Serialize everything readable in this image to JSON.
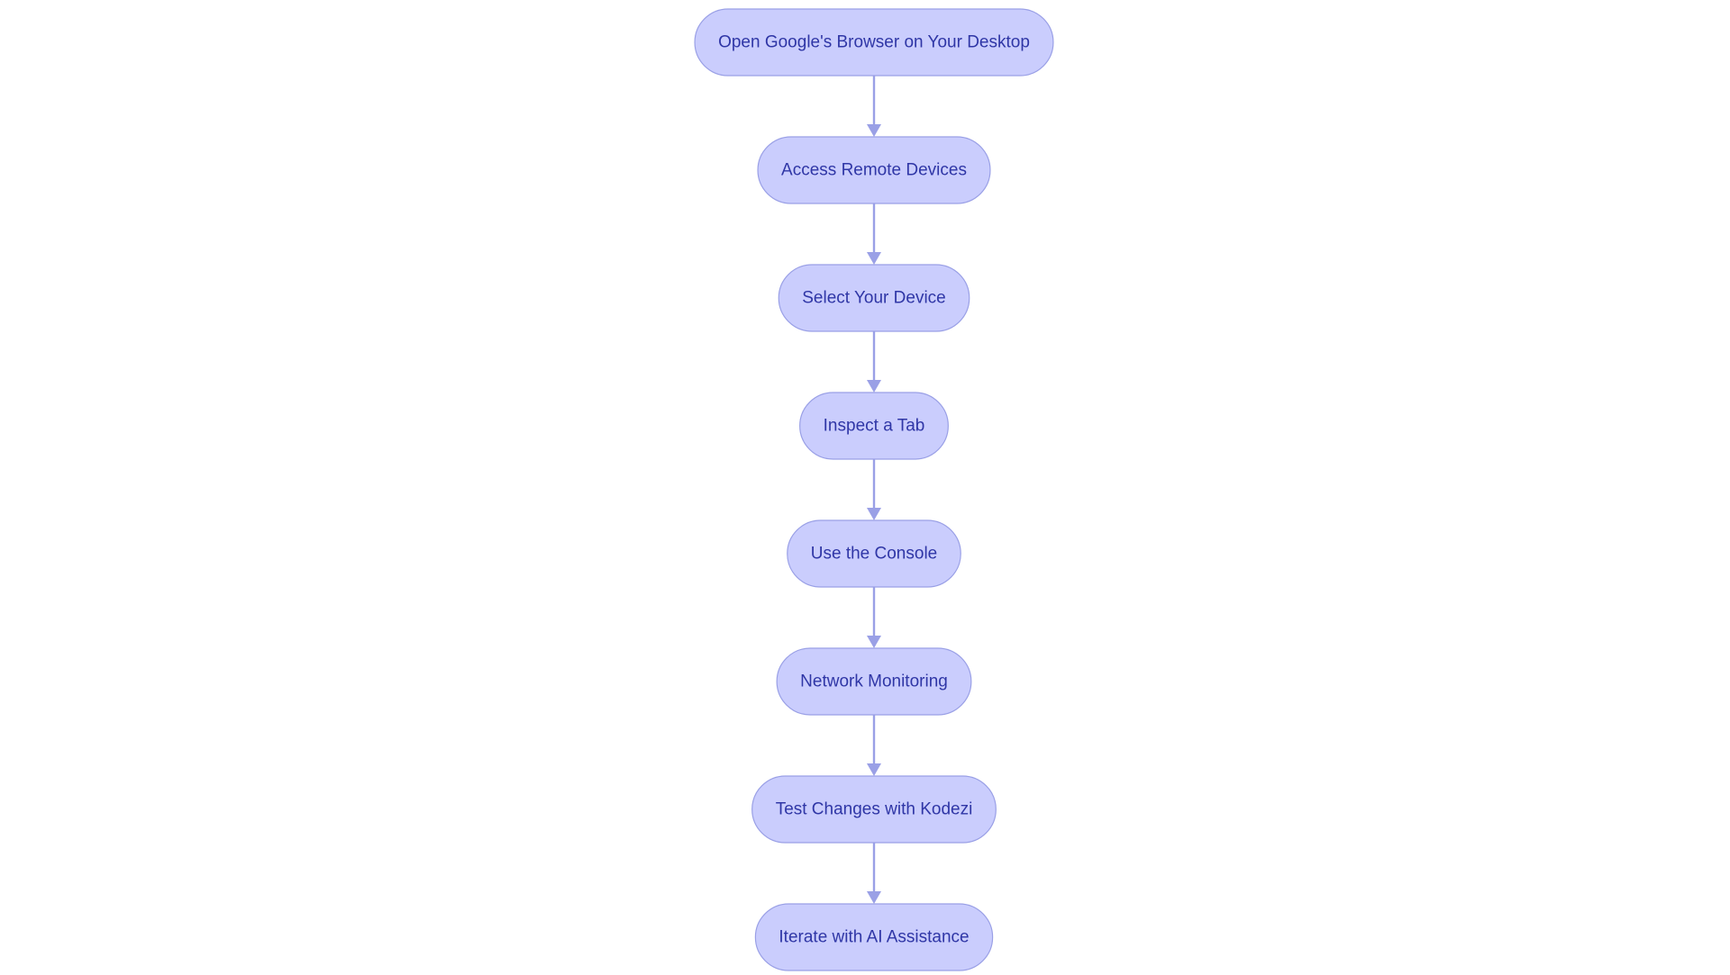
{
  "diagram": {
    "type": "vertical-flowchart",
    "steps": [
      {
        "id": "open-browser",
        "label": "Open Google's Browser on Your Desktop"
      },
      {
        "id": "access-remote-devices",
        "label": "Access Remote Devices"
      },
      {
        "id": "select-device",
        "label": "Select Your Device"
      },
      {
        "id": "inspect-tab",
        "label": "Inspect a Tab"
      },
      {
        "id": "use-console",
        "label": "Use the Console"
      },
      {
        "id": "network-monitoring",
        "label": "Network Monitoring"
      },
      {
        "id": "test-changes-kodezi",
        "label": "Test Changes with Kodezi"
      },
      {
        "id": "iterate-ai-assistance",
        "label": "Iterate with AI Assistance"
      }
    ],
    "edges": [
      {
        "from": "open-browser",
        "to": "access-remote-devices"
      },
      {
        "from": "access-remote-devices",
        "to": "select-device"
      },
      {
        "from": "select-device",
        "to": "inspect-tab"
      },
      {
        "from": "inspect-tab",
        "to": "use-console"
      },
      {
        "from": "use-console",
        "to": "network-monitoring"
      },
      {
        "from": "network-monitoring",
        "to": "test-changes-kodezi"
      },
      {
        "from": "test-changes-kodezi",
        "to": "iterate-ai-assistance"
      }
    ],
    "colors": {
      "node_fill": "#cacdfd",
      "node_stroke": "#9aa0e6",
      "label_text": "#2f36a6",
      "edge": "#9aa0e6",
      "background": "#ffffff"
    }
  }
}
